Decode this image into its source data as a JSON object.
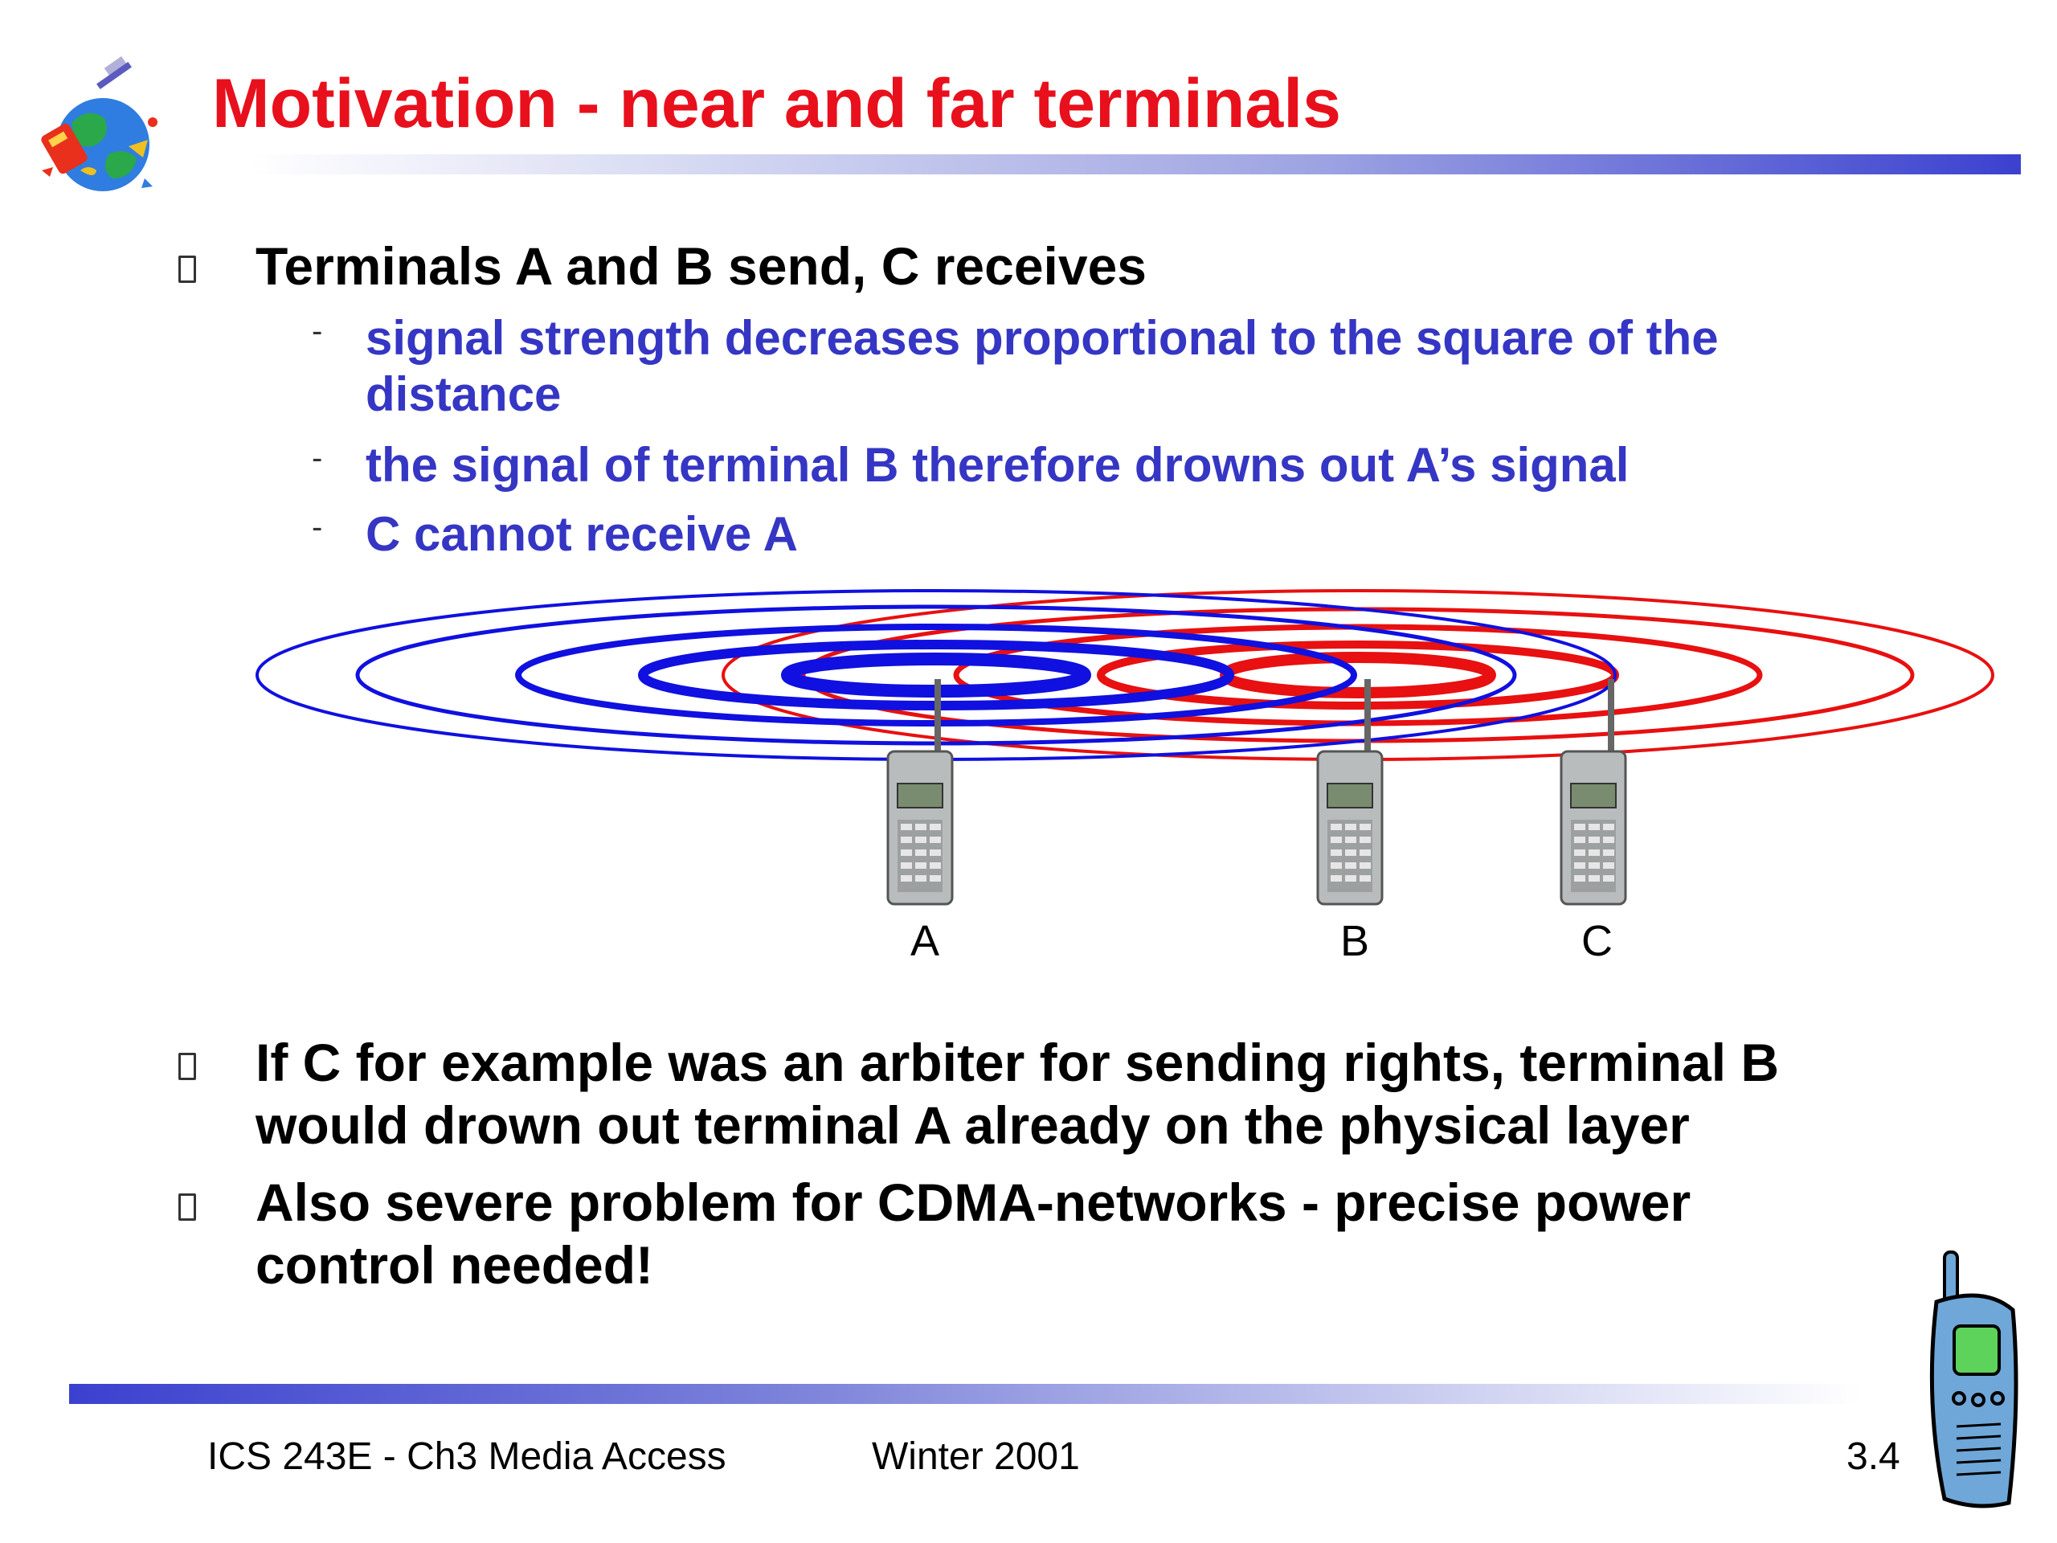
{
  "slide": {
    "title": "Motivation - near and far terminals",
    "bullets": [
      {
        "text": "Terminals A and B send, C receives",
        "sub": [
          {
            "line1": "signal strength decreases proportional to the square of the",
            "line2": "distance"
          },
          {
            "line1": "the signal of terminal B therefore drowns out A’s signal"
          },
          {
            "line1": "C cannot receive A"
          }
        ]
      },
      {
        "line1": "If C for example was an arbiter for sending rights, terminal B",
        "line2": "would drown out terminal A already on the physical layer"
      },
      {
        "line1": "Also severe problem for CDMA-networks - precise power",
        "line2": "control needed!"
      }
    ],
    "diagram": {
      "labels": [
        "A",
        "B",
        "C"
      ],
      "colors": {
        "terminal_a": "#1010e0",
        "terminal_b": "#e81010"
      }
    },
    "footer": {
      "course": "ICS 243E -  Ch3 Media Access",
      "term": "Winter 2001",
      "page": "3.4"
    }
  }
}
